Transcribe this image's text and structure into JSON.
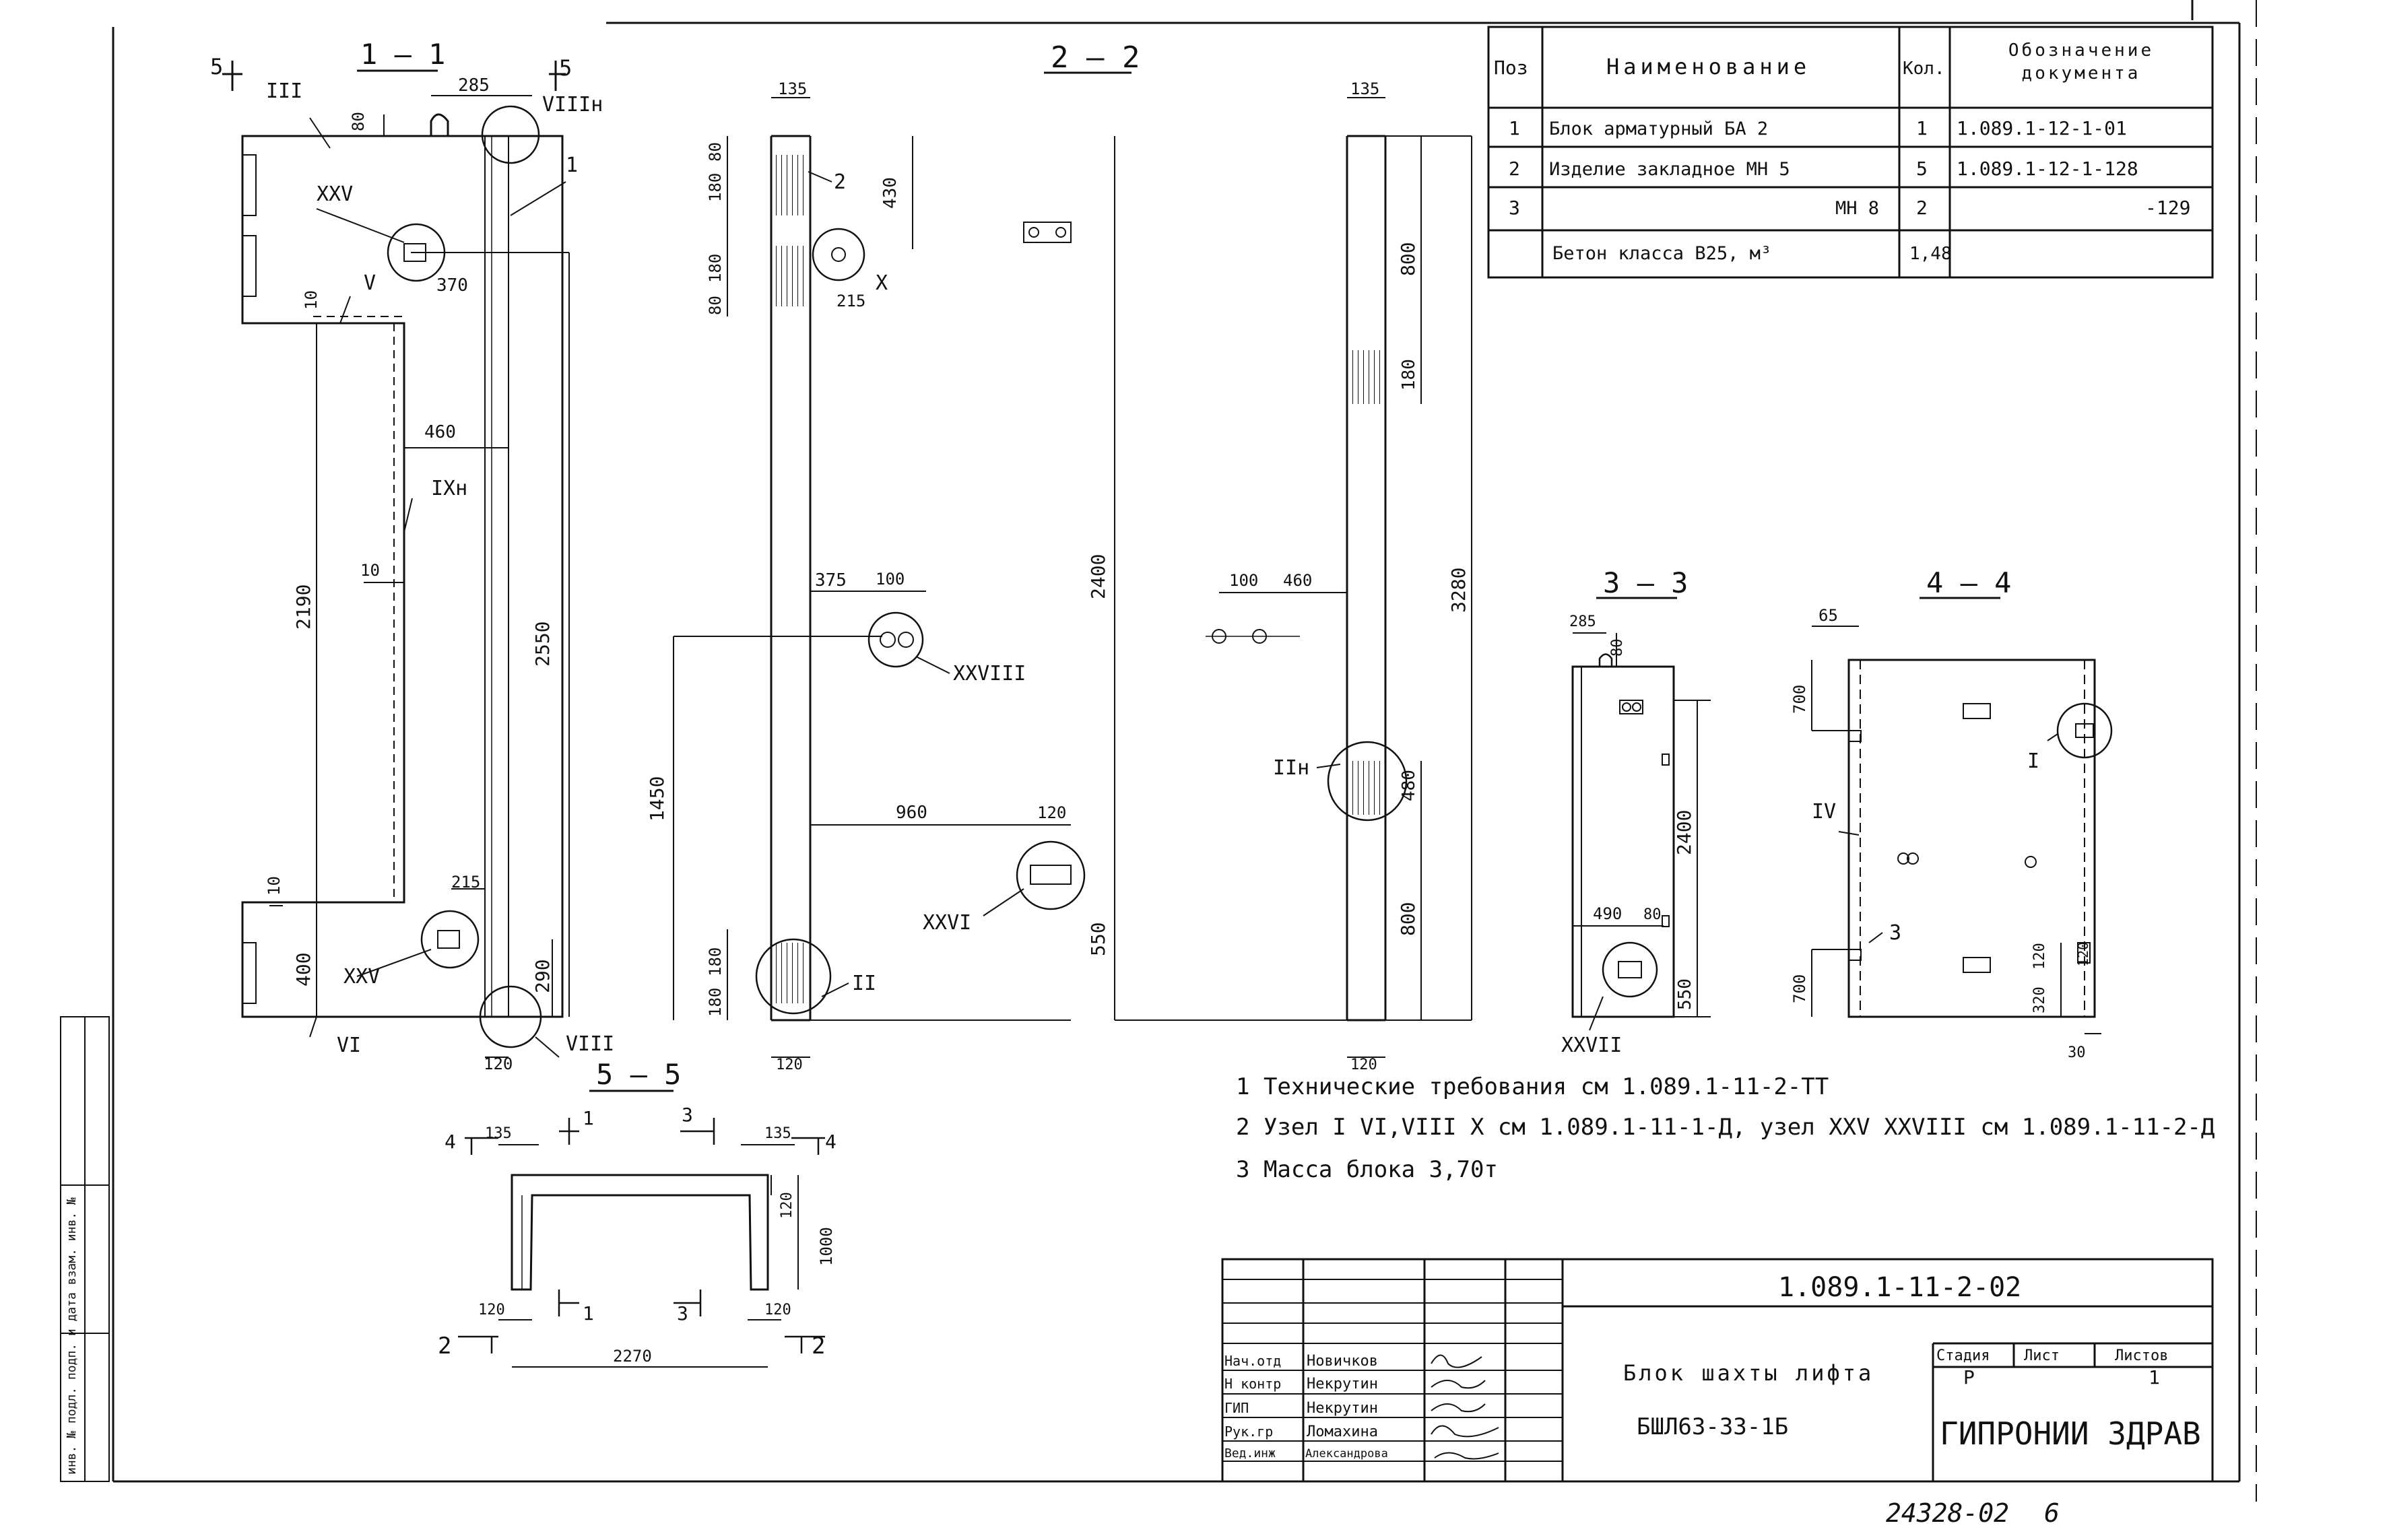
{
  "sections": {
    "s11": "1 — 1",
    "s22": "2 — 2",
    "s33": "3 — 3",
    "s44": "4 — 4",
    "s55": "5 — 5"
  },
  "cut_marks": {
    "c5_left": "5",
    "c5_right": "5",
    "c4_left": "4",
    "c4_right": "4",
    "c2_left": "2",
    "c2_right": "2",
    "c1_top": "1",
    "c3_top": "3",
    "c1_bot": "1",
    "c3_bot": "3"
  },
  "callouts": {
    "III": "III",
    "VIIIn": "VIIIн",
    "XXV": "XXV",
    "V": "V",
    "IXn": "IXн",
    "XXV2": "XXV",
    "VI": "VI",
    "VIII": "VIII",
    "pos1": "1",
    "pos2": "2",
    "X": "X",
    "XXVIII": "XXVIII",
    "XXVI": "XXVI",
    "II": "II",
    "IIn": "IIн",
    "XXVII": "XXVII",
    "IV": "IV",
    "I": "I",
    "pos3": "3"
  },
  "dims": {
    "d285a": "285",
    "d80a": "80",
    "d370": "370",
    "d10a": "10",
    "d460a": "460",
    "d2190": "2190",
    "d10b": "10",
    "d2550": "2550",
    "d10c": "10",
    "d215a": "215",
    "d400": "400",
    "d290": "290",
    "d120a": "120",
    "d135a": "135",
    "d180a": "180",
    "d80b": "80",
    "d430": "430",
    "d180b": "180",
    "d80c": "80",
    "d215b": "215",
    "d375": "375",
    "d100a": "100",
    "d2400a": "2400",
    "d1450": "1450",
    "d960": "960",
    "d120b": "120",
    "d550a": "550",
    "d180c": "180",
    "d180d": "180",
    "d120c": "120",
    "d135b": "135",
    "d800a": "800",
    "d180e": "180",
    "d100b": "100",
    "d460b": "460",
    "d3280": "3280",
    "d480": "480",
    "d800b": "800",
    "d120d": "120",
    "d285b": "285",
    "d80d": "80",
    "d2400b": "2400",
    "d490": "490",
    "d80e": "80",
    "d550b": "550",
    "d65": "65",
    "d700a": "700",
    "d700b": "700",
    "d120e": "120",
    "d320": "320",
    "d30": "30",
    "d120f": "120",
    "d135c": "135",
    "d135d": "135",
    "d120g": "120",
    "d1000": "1000",
    "d120h": "120",
    "d120i": "120",
    "d2270": "2270"
  },
  "spec_table": {
    "headers": [
      "Поз",
      "Наименование",
      "Кол.",
      "Обозначение документа"
    ],
    "rows": [
      [
        "1",
        "Блок арматурный  БА 2",
        "1",
        "1.089.1-12-1-01"
      ],
      [
        "2",
        "Изделие закладное МН 5",
        "5",
        "1.089.1-12-1-128"
      ],
      [
        "3",
        "МН 8",
        "2",
        "-129"
      ],
      [
        "",
        "Бетон класса  В25, м³",
        "1,48",
        ""
      ]
    ]
  },
  "notes": [
    "1 Технические   требования   см 1.089.1-11-2-ТТ",
    "2 Узел I  VI,VIII  X  см 1.089.1-11-1-Д, узел XXV  XXVIII  см 1.089.1-11-2-Д",
    "3 Масса  блока 3,70т"
  ],
  "title_block": {
    "doc_code": "1.089.1-11-2-02",
    "roles": [
      "Нач.отд",
      "Н контр",
      "ГИП",
      "Рук.гр",
      "Вед.инж"
    ],
    "names": [
      "Новичков",
      "Некрутин",
      "Некрутин",
      "Ломахина",
      "Александрова"
    ],
    "title_line1": "Блок  шахты  лифта",
    "title_line2": "БШЛ63-33-1Б",
    "stage_label": "Стадия",
    "sheet_label": "Лист",
    "sheets_label": "Листов",
    "stage_value": "Р",
    "sheets_value": "1",
    "org": "ГИПРОНИИ ЗДРАВ"
  },
  "side_stamp": "инв. № подл.   подп. и дата   взам. инв. №",
  "archive_number": "24328-02",
  "page_number": "6"
}
